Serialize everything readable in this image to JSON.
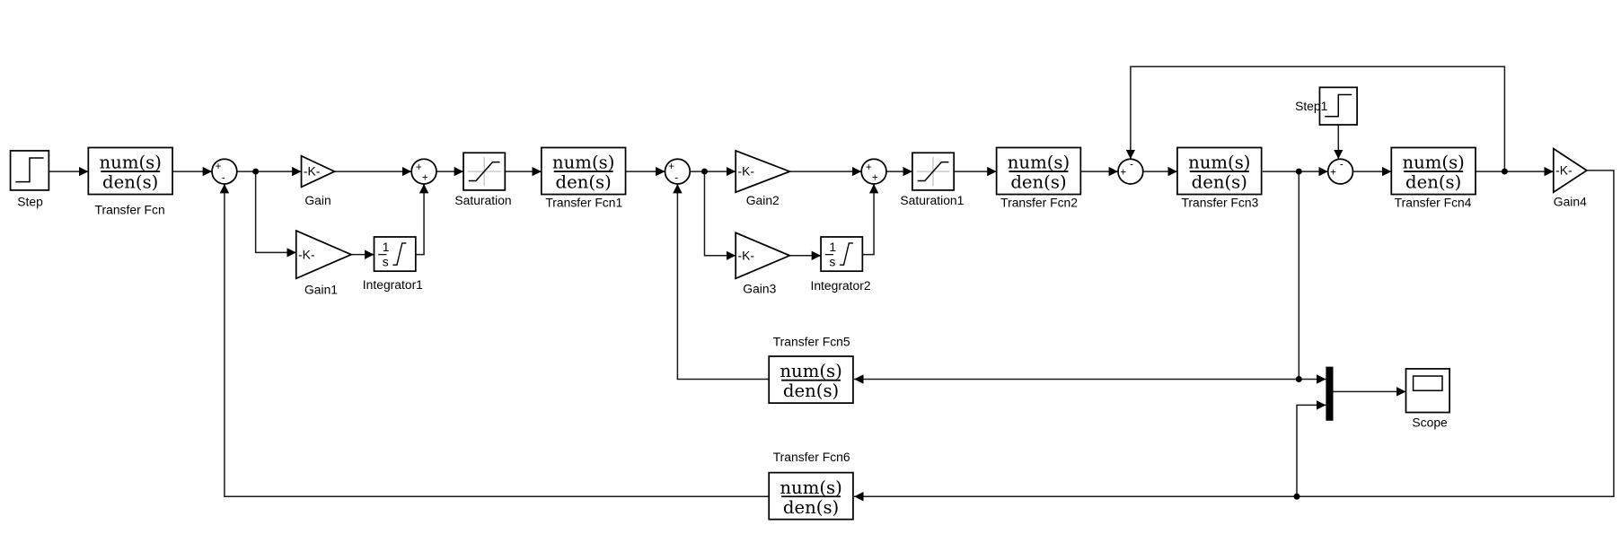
{
  "blocks": {
    "step": "Step",
    "step1": "Step1",
    "tf": "Transfer Fcn",
    "tf1": "Transfer Fcn1",
    "tf2": "Transfer Fcn2",
    "tf3": "Transfer Fcn3",
    "tf4": "Transfer Fcn4",
    "tf5": "Transfer Fcn5",
    "tf6": "Transfer Fcn6",
    "gain": "Gain",
    "gain1": "Gain1",
    "gain2": "Gain2",
    "gain3": "Gain3",
    "gain4": "Gain4",
    "integrator1": "Integrator1",
    "integrator2": "Integrator2",
    "saturation": "Saturation",
    "saturation1": "Saturation1",
    "scope": "Scope"
  },
  "symbols": {
    "num": "num(s)",
    "den": "den(s)",
    "gain_k": "-K-",
    "int_num": "1",
    "int_den": "s",
    "plus": "+",
    "minus": "-"
  }
}
